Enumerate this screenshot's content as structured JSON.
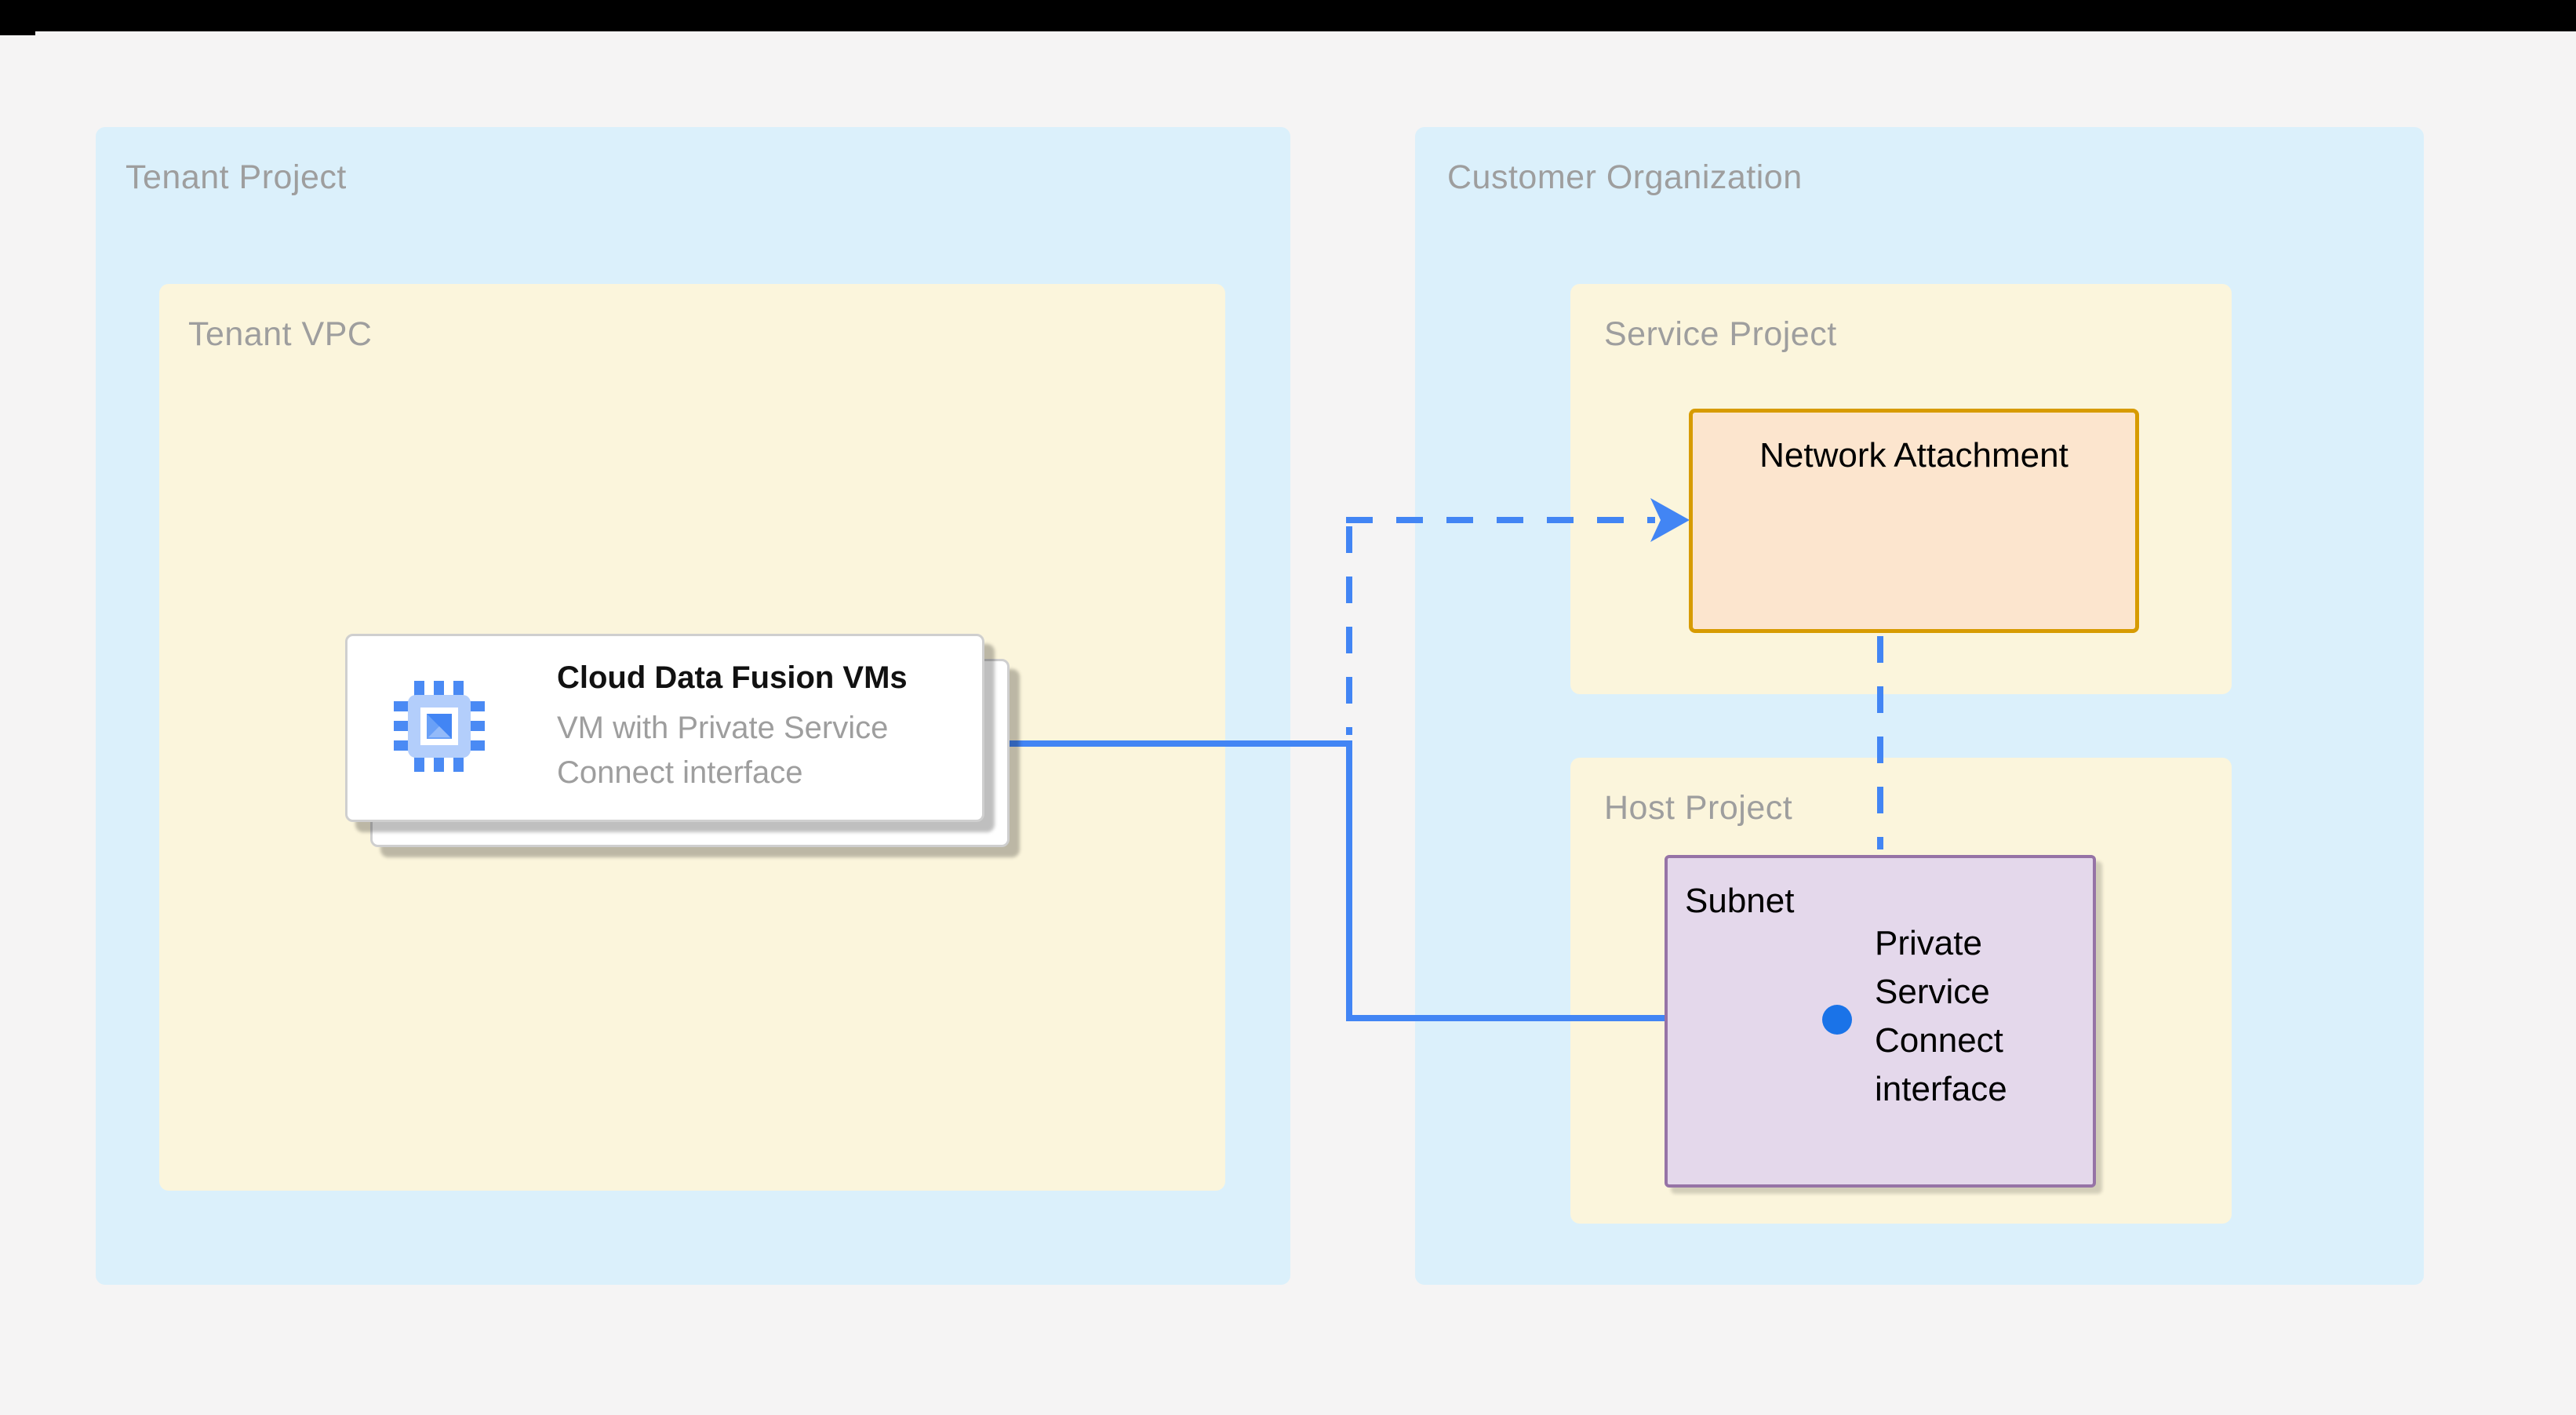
{
  "diagram": {
    "tenant_project": {
      "label": "Tenant Project"
    },
    "tenant_vpc": {
      "label": "Tenant VPC"
    },
    "vm_card": {
      "title": "Cloud Data Fusion VMs",
      "subtitle": "VM with Private Service Connect interface",
      "icon": "compute-engine-chip-icon"
    },
    "customer_organization": {
      "label": "Customer Organization"
    },
    "service_project": {
      "label": "Service Project"
    },
    "network_attachment": {
      "label": "Network Attachment"
    },
    "host_project": {
      "label": "Host Project"
    },
    "subnet": {
      "label": "Subnet",
      "psc_interface_label": "Private Service Connect interface"
    },
    "connections": [
      {
        "id": "vm-to-psc-interface",
        "style": "solid",
        "from": "Cloud Data Fusion VMs",
        "to": "Private Service Connect interface"
      },
      {
        "id": "vm-to-network-attachment",
        "style": "dashed",
        "from": "Cloud Data Fusion VMs",
        "to": "Network Attachment"
      },
      {
        "id": "network-attachment-to-subnet",
        "style": "dashed",
        "from": "Network Attachment",
        "to": "Subnet"
      }
    ],
    "colors": {
      "page_background": "#F5F4F4",
      "top_bar": "#000000",
      "project_panel_blue": "#DBF0FB",
      "vpc_panel_yellow": "#FBF5DC",
      "network_attachment_fill": "#FCE5CE",
      "network_attachment_border": "#D79B00",
      "subnet_fill": "#E4D8EB",
      "subnet_border": "#9673A6",
      "connector_blue": "#4285F4",
      "psc_dot_blue": "#1A73E8",
      "label_gray": "#9E9E9E"
    }
  }
}
